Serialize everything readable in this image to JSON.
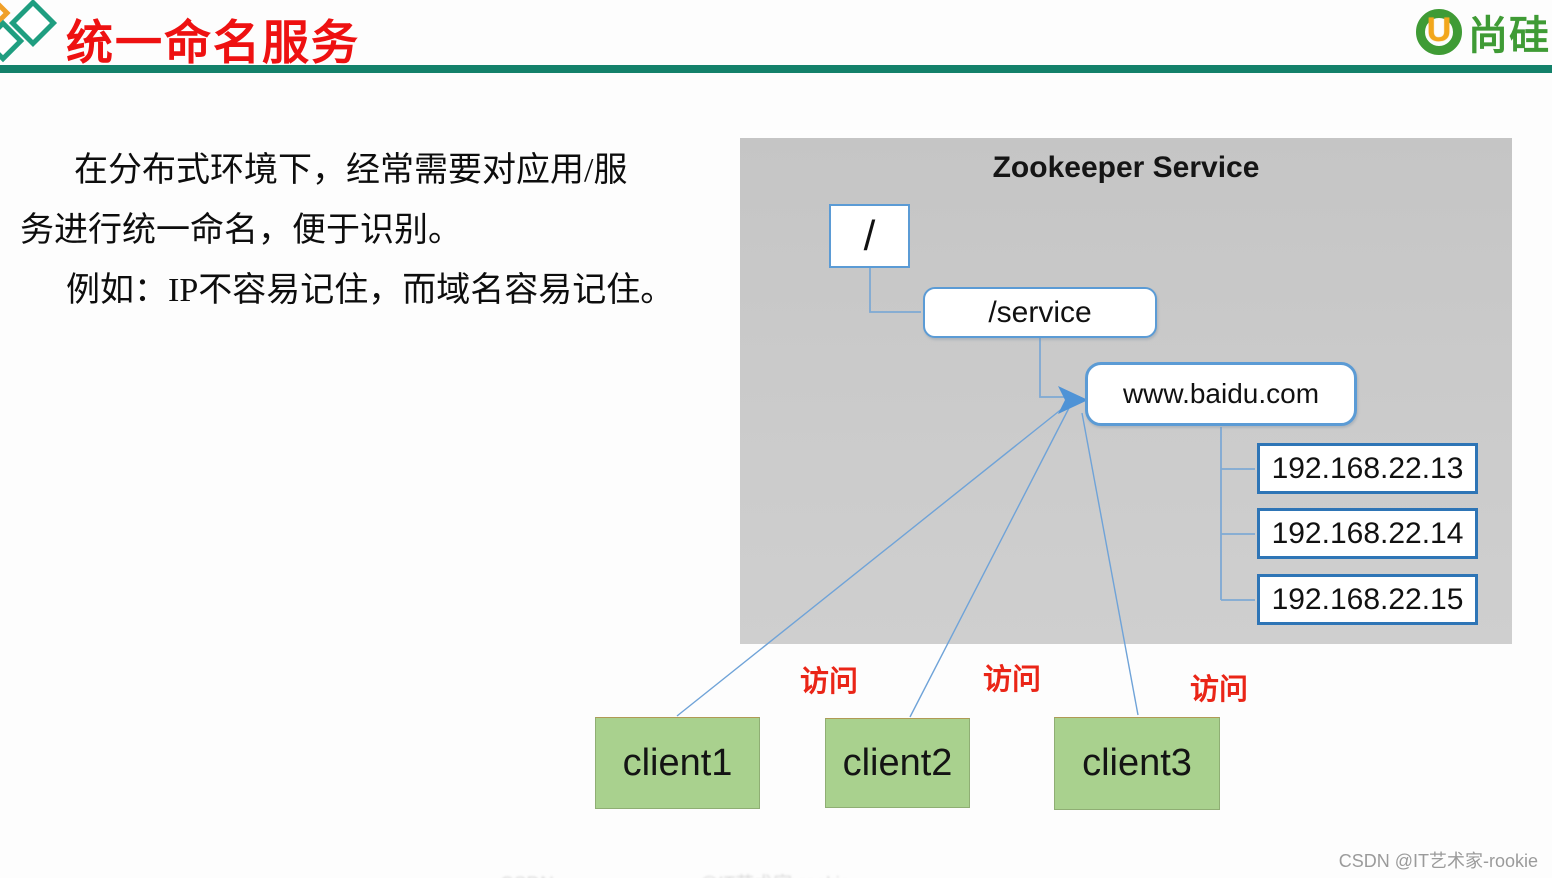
{
  "header": {
    "title": "统一命名服务",
    "logo_letter": "U",
    "logo_text": "尚硅"
  },
  "intro": {
    "line1": "在分布式环境下，经常需要对应用/服",
    "line2": "务进行统一命名，便于识别。",
    "line3": "例如：IP不容易记住，而域名容易记住。"
  },
  "diagram": {
    "panel_title": "Zookeeper Service",
    "nodes": {
      "root": "/",
      "service": "/service",
      "domain": "www.baidu.com"
    },
    "ips": [
      "192.168.22.13",
      "192.168.22.14",
      "192.168.22.15"
    ],
    "access_label": "访问",
    "clients": [
      "client1",
      "client2",
      "client3"
    ],
    "colors": {
      "title_red": "#ee1111",
      "header_rule_teal": "#13816a",
      "panel_gray": "#c8c8c8",
      "node_border_blue": "#5b9bd5",
      "ip_border_blue": "#2e75b6",
      "connector_blue": "#6fa3d8",
      "client_green": "#a9d18e",
      "access_red": "#ea2517",
      "logo_green": "#3f9b35",
      "logo_orange": "#f2a71c"
    }
  },
  "watermark": {
    "text": "CSDN @IT艺术家-rookie"
  }
}
